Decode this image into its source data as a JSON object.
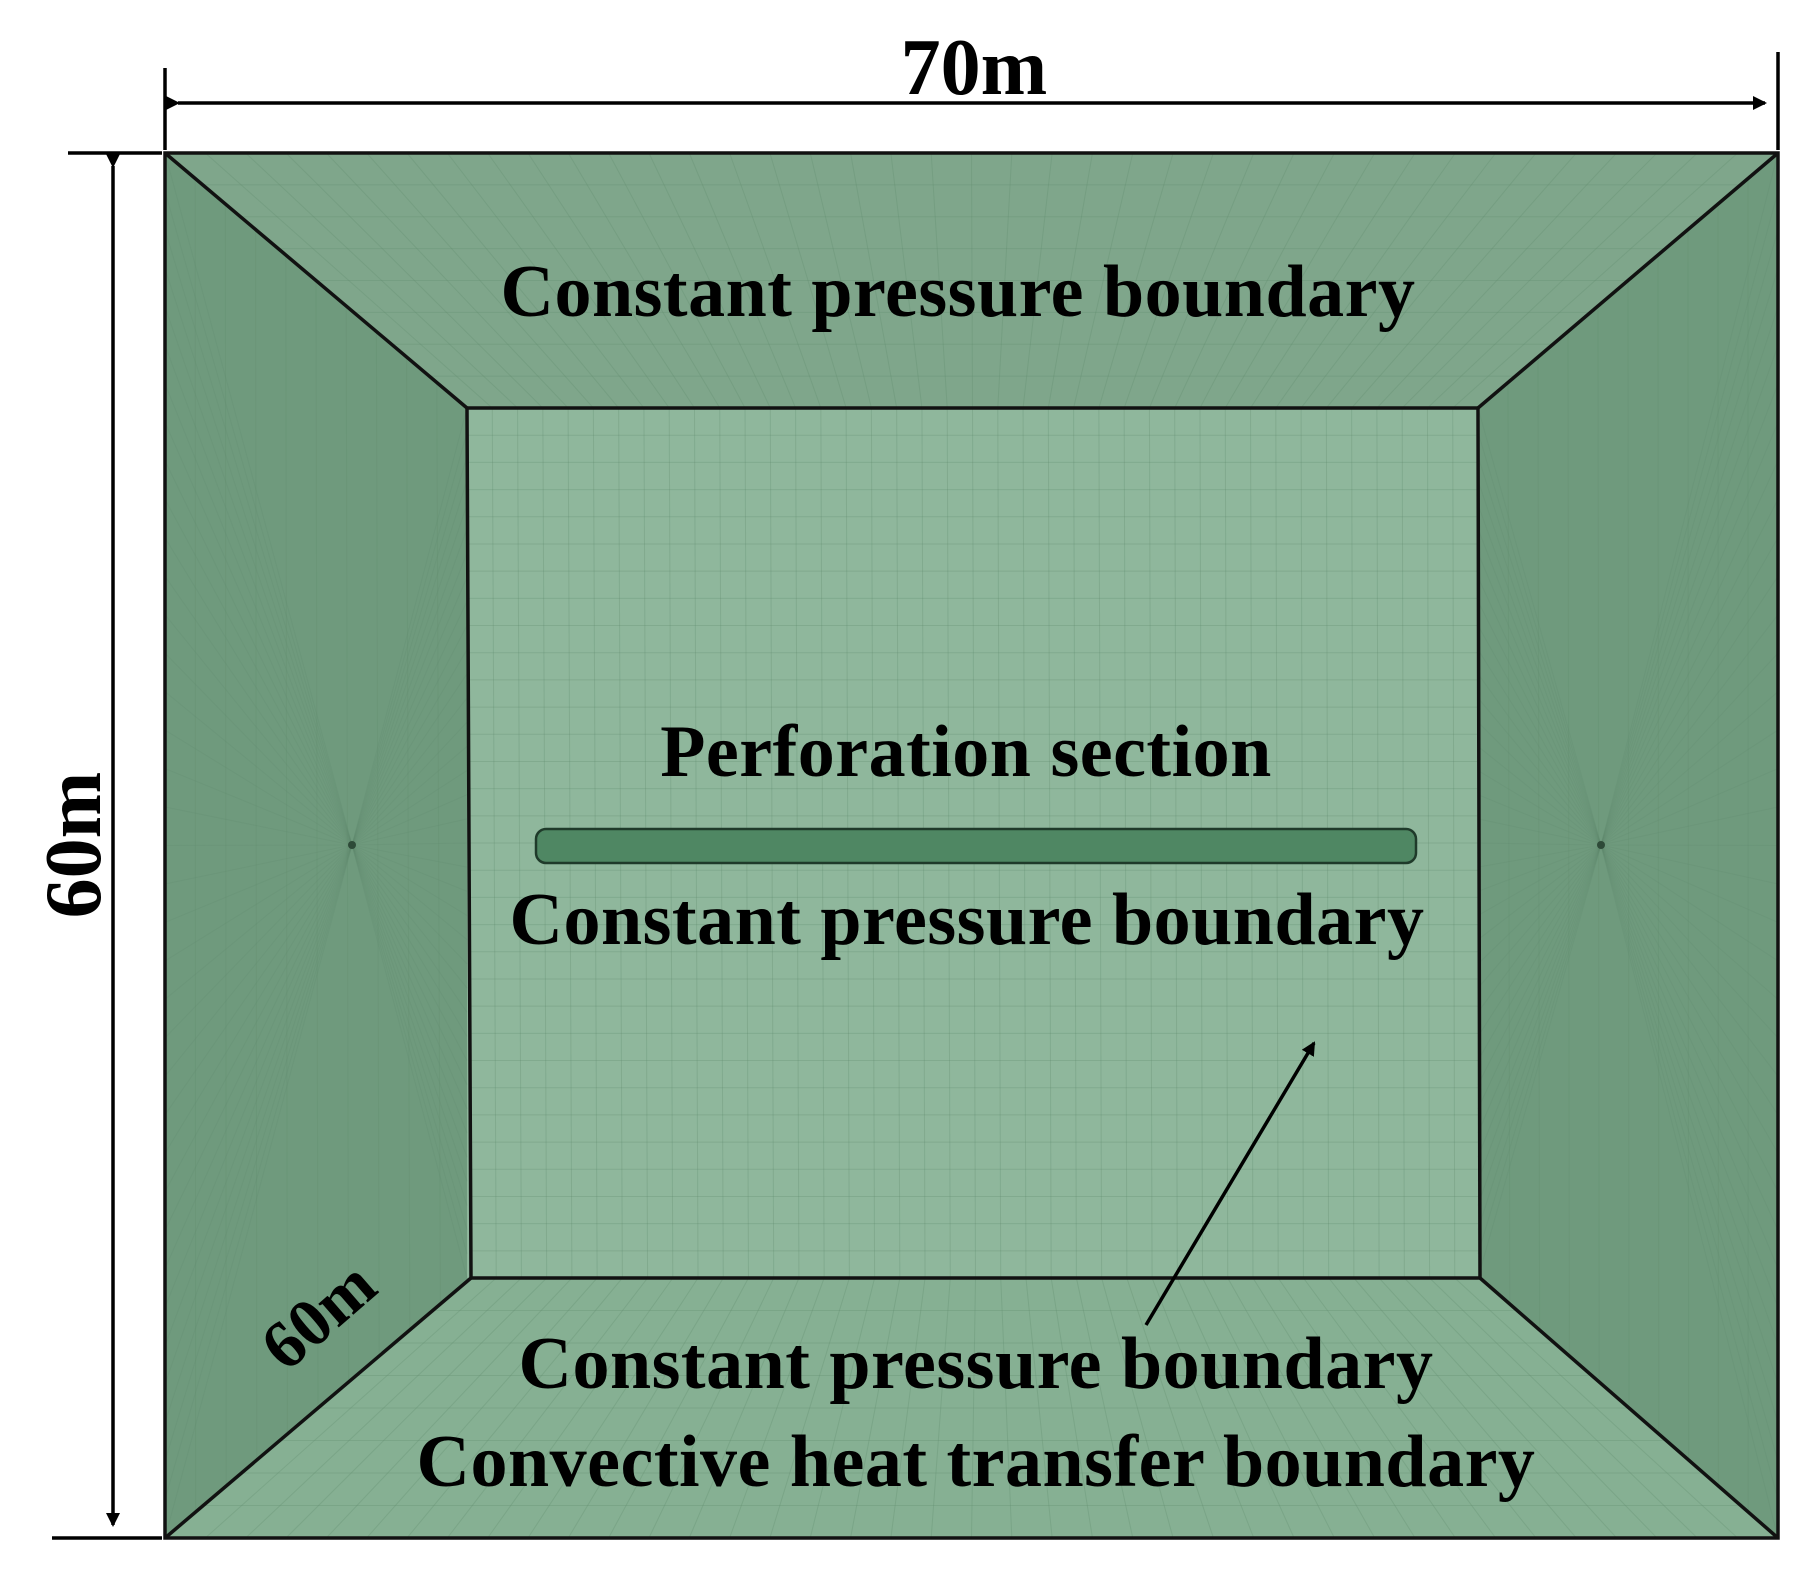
{
  "dimensions": {
    "width": "70m",
    "height": "60m",
    "depth": "60m"
  },
  "labels": {
    "top_face": "Constant pressure boundary",
    "perforation": "Perforation section",
    "inner_face": "Constant pressure boundary",
    "bottom_face_line1": "Constant pressure boundary",
    "bottom_face_line2": "Convective heat transfer boundary"
  },
  "colors": {
    "front_face": "#8fb79c",
    "top_face": "#7fa68b",
    "side_face": "#6f9a7d",
    "bottom_face": "#86b093",
    "well": "#4f8763",
    "mesh_line": "#5f8a6c",
    "outline": "#111111"
  }
}
